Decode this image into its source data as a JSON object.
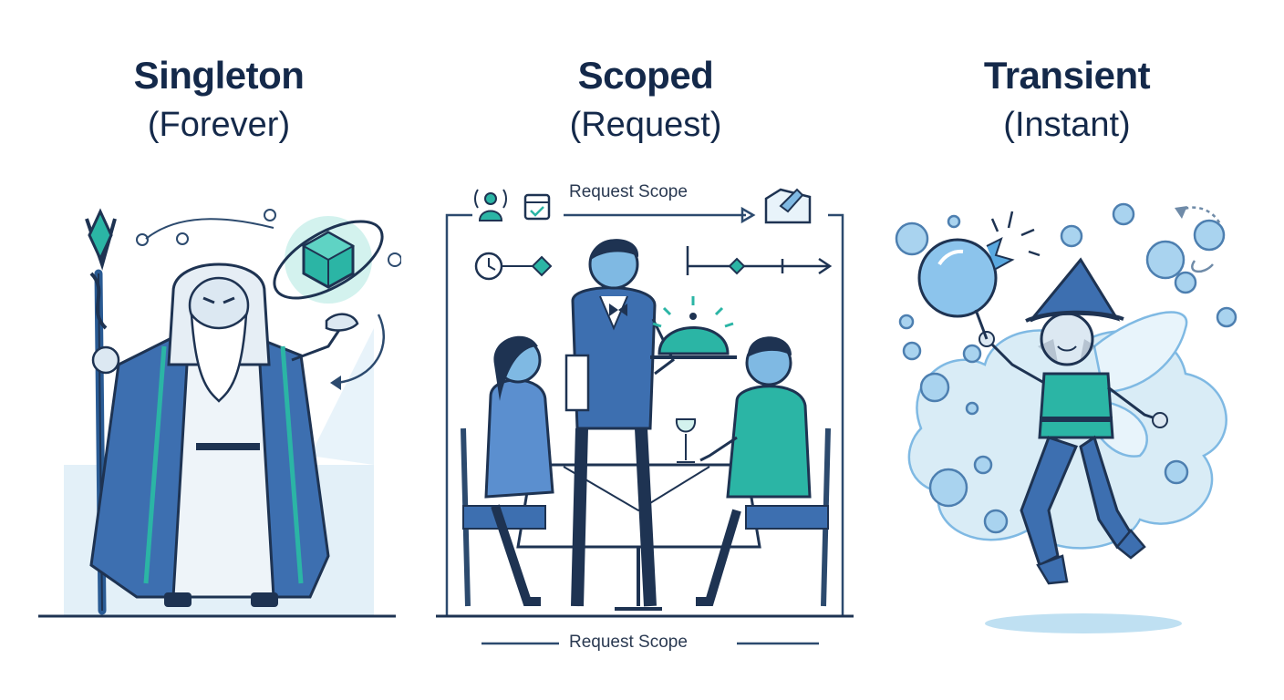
{
  "panels": [
    {
      "id": "singleton",
      "title": "Singleton",
      "subtitle": "(Forever)"
    },
    {
      "id": "scoped",
      "title": "Scoped",
      "subtitle": "(Request)",
      "scope_top_label": "Request Scope",
      "scope_bottom_label": "Request Scope"
    },
    {
      "id": "transient",
      "title": "Transient",
      "subtitle": "(Instant)"
    }
  ],
  "colors": {
    "title": "#14294a",
    "outline": "#1e3352",
    "robe_blue": "#3d6fb0",
    "teal": "#2bb5a5",
    "light_blue": "#cfe6f3",
    "bubble": "#a9d3ef"
  },
  "icons": [
    "staff-icon",
    "crystal-icon",
    "clock-icon",
    "calendar-icon",
    "person-signal-icon",
    "cloche-icon",
    "bubble-icon",
    "cycle-arrow-icon"
  ]
}
